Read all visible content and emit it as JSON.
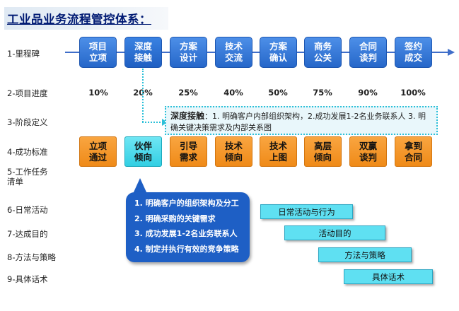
{
  "title": "工业品业务流程管控体系：",
  "row_labels": [
    "1-里程碑",
    "2-项目进度",
    "3-阶段定义",
    "4-成功标准",
    "5-工作任务\n清单",
    "6-日常活动",
    "7-达成目的",
    "8-方法与策略",
    "9-具体话术"
  ],
  "milestones": [
    {
      "label": "项目\n立项",
      "progress": "10%"
    },
    {
      "label": "深度\n接触",
      "progress": "20%"
    },
    {
      "label": "方案\n设计",
      "progress": "25%"
    },
    {
      "label": "技术\n交流",
      "progress": "40%"
    },
    {
      "label": "方案\n确认",
      "progress": "50%"
    },
    {
      "label": "商务\n公关",
      "progress": "75%"
    },
    {
      "label": "合同\n谈判",
      "progress": "90%"
    },
    {
      "label": "签约\n成交",
      "progress": "100%"
    }
  ],
  "stage_definition": {
    "title": "深度接触",
    "text": "：1. 明确客户内部组织架构，2.成功发展1-2名业务联系人 3. 明确关键决策需求及内部关系图"
  },
  "success_criteria": [
    "立项\n通过",
    "伙伴\n倾向",
    "引导\n需求",
    "技术\n倾向",
    "技术\n上图",
    "高层\n倾向",
    "双赢\n谈判",
    "拿到\n合同"
  ],
  "task_list": [
    "1. 明确客户的组织架构及分工",
    "2. 明确采购的关键需求",
    "3. 成功发展1-2名业务联系人",
    "4. 制定并执行有效的竞争策略"
  ],
  "cascade": {
    "daily": "日常活动与行为",
    "goal": "活动目的",
    "method": "方法与策略",
    "script": "具体话术"
  },
  "colors": {
    "milestone": "#2667c9",
    "axis": "#3f6ec9",
    "criteria": "#f39a2a",
    "highlight": "#32cfe3",
    "callout": "#1e5fc5",
    "cascade": "#5fe0f2",
    "title": "#001a73"
  }
}
